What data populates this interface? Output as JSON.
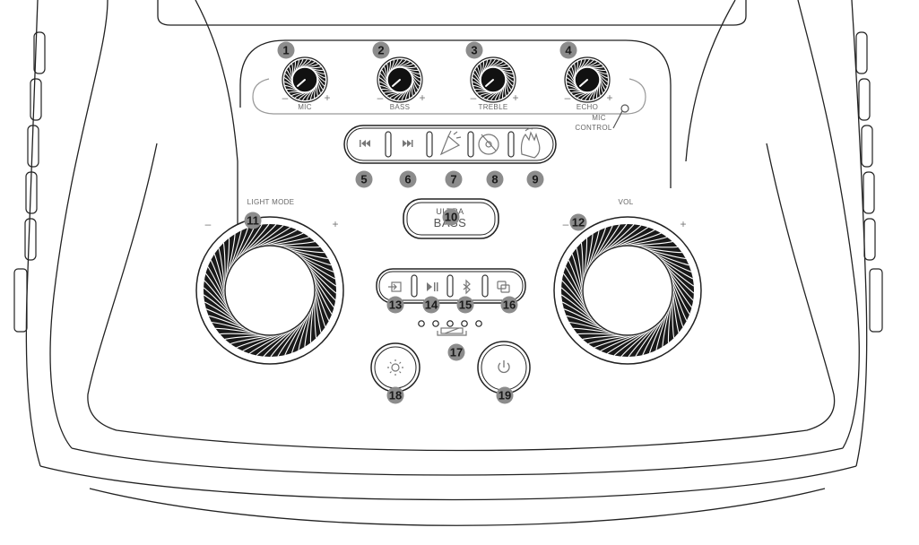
{
  "knobs": [
    {
      "number": "1",
      "label": "MIC"
    },
    {
      "number": "2",
      "label": "BASS"
    },
    {
      "number": "3",
      "label": "TREBLE"
    },
    {
      "number": "4",
      "label": "ECHO"
    }
  ],
  "mic_control": {
    "line1": "MIC",
    "line2": "CONTROL"
  },
  "effect_buttons": [
    {
      "number": "5",
      "icon": "previous-track-icon"
    },
    {
      "number": "6",
      "icon": "next-track-icon"
    },
    {
      "number": "7",
      "icon": "horn-icon"
    },
    {
      "number": "8",
      "icon": "dj-scratch-icon"
    },
    {
      "number": "9",
      "icon": "applause-hands-icon"
    }
  ],
  "ultra_bass": {
    "number": "10",
    "line1": "ULTRA",
    "line2": "BASS"
  },
  "light_mode": {
    "number": "11",
    "label": "LIGHT MODE",
    "minus": "–",
    "plus": "+"
  },
  "volume": {
    "number": "12",
    "label": "VOL",
    "minus": "–",
    "plus": "+"
  },
  "control_buttons": [
    {
      "number": "13",
      "icon": "input-source-icon"
    },
    {
      "number": "14",
      "icon": "play-pause-icon"
    },
    {
      "number": "15",
      "icon": "bluetooth-icon"
    },
    {
      "number": "16",
      "icon": "party-link-icon"
    }
  ],
  "battery": {
    "number": "17",
    "icon": "battery-icon",
    "led_count": 5
  },
  "light_button": {
    "number": "18",
    "icon": "sun-light-icon"
  },
  "power_button": {
    "number": "19",
    "icon": "power-icon"
  },
  "knob_marks": {
    "minus": "–",
    "plus": "+"
  }
}
